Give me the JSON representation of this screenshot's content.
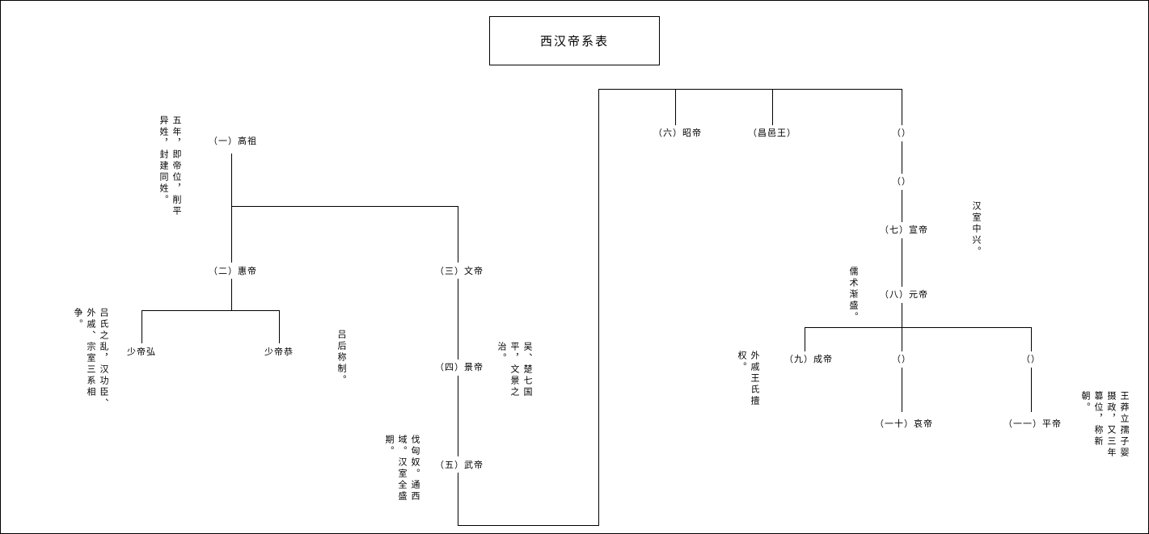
{
  "title": "西汉帝系表",
  "nodes": {
    "gaozu": "（一）高祖",
    "huidi": "（二）惠帝",
    "shaodi_hong": "少帝弘",
    "shaodi_gong": "少帝恭",
    "wendi": "（三）文帝",
    "jingdi": "（四）景帝",
    "wudi": "（五）武帝",
    "zhaodi": "（六）昭帝",
    "changyi": "（昌邑王）",
    "blank1": "（）",
    "blank2": "（）",
    "xuandi": "（七）宣帝",
    "yuandi": "（八）元帝",
    "chengdi": "（九）成帝",
    "blank3": "（）",
    "blank4": "（）",
    "aidi": "（一十）哀帝",
    "pingdi": "（一一）平帝"
  },
  "notes": {
    "gaozu": [
      "五年，即帝位，削平",
      "异姓，封建同姓。"
    ],
    "lvshi": [
      "吕氏之乱，汉功臣、",
      "外戚、宗室三系相",
      "争。"
    ],
    "lvhou": [
      "吕后称制。"
    ],
    "jing": [
      "吴、楚七国",
      "平，文景之",
      "治。"
    ],
    "wu": [
      "伐匈奴。通西",
      "域。汉室全盛",
      "期。"
    ],
    "xuan": [
      "汉室中兴。"
    ],
    "yuan": [
      "儒术渐盛。"
    ],
    "cheng": [
      "外戚王氏擅",
      "权。"
    ],
    "ping": [
      "王莽立孺子婴",
      "摄政，又三年",
      "篡位，称新",
      "朝。"
    ]
  }
}
